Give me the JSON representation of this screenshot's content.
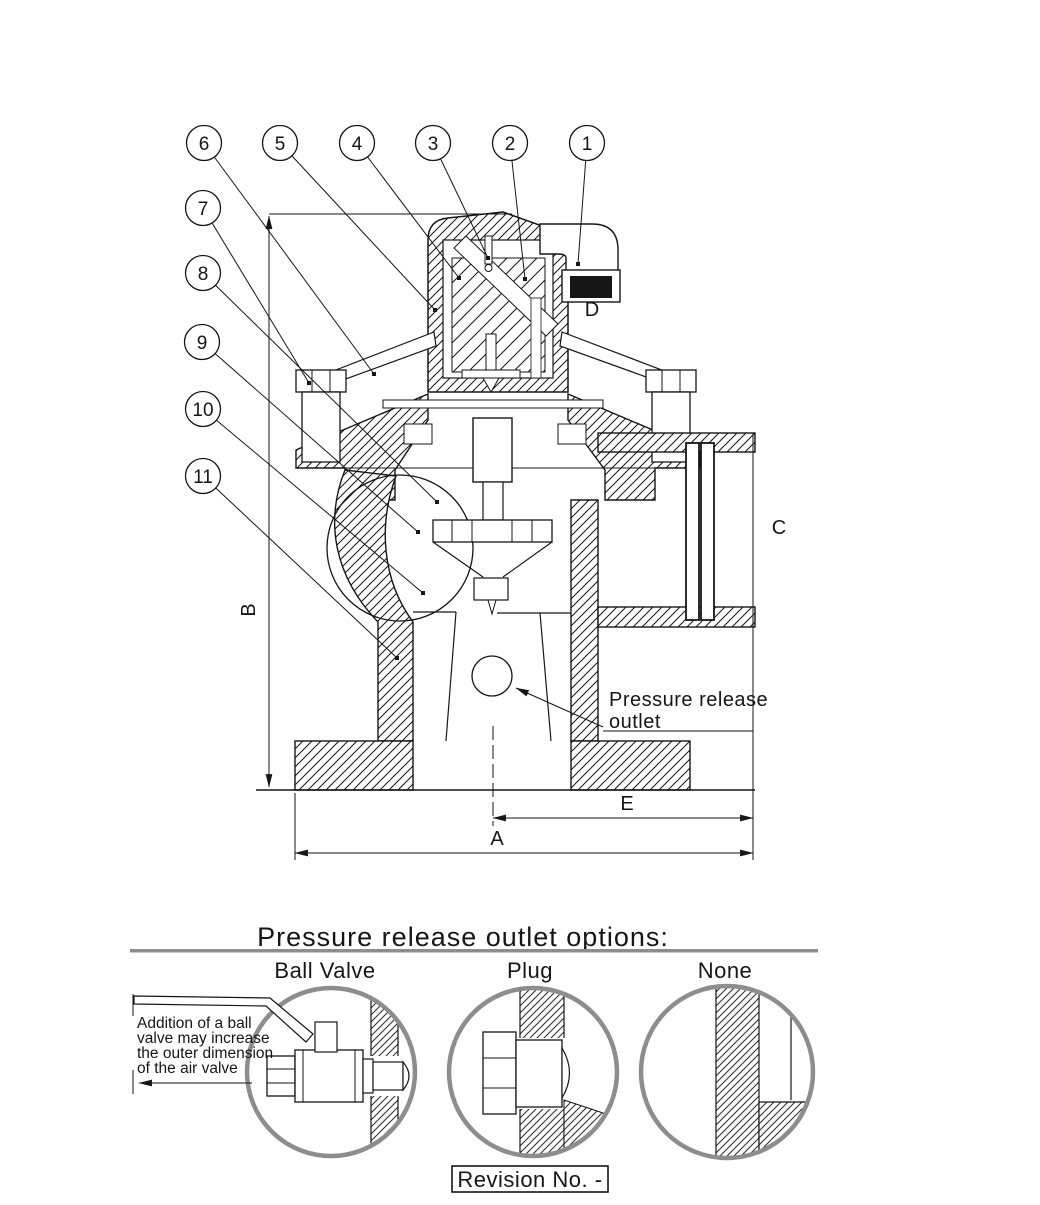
{
  "drawing": {
    "balloons": [
      "1",
      "2",
      "3",
      "4",
      "5",
      "6",
      "7",
      "8",
      "9",
      "10",
      "11"
    ],
    "dim_labels": {
      "A": "A",
      "B": "B",
      "C": "C",
      "D": "D",
      "E": "E"
    },
    "outlet_note": {
      "line1": "Pressure release",
      "line2": "outlet"
    }
  },
  "options": {
    "heading": "Pressure release outlet options:",
    "items": [
      {
        "label": "Ball Valve"
      },
      {
        "label": "Plug"
      },
      {
        "label": "None"
      }
    ],
    "note_lines": [
      "Addition of a ball",
      "valve may increase",
      "the outer dimension",
      "of the air valve"
    ]
  },
  "revision": {
    "text": "Revision No. -"
  },
  "colors": {
    "ink": "#161616",
    "detail_gray": "#8d8d8d"
  }
}
